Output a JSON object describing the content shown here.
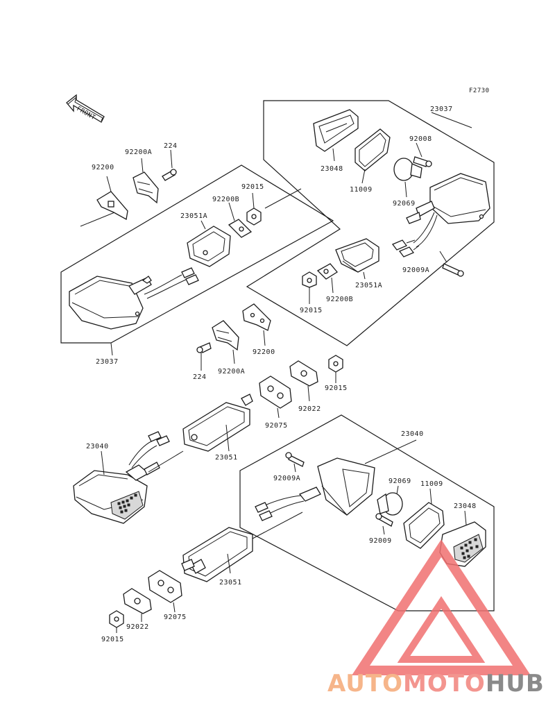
{
  "figure": {
    "code": "F2730",
    "direction_label": "FRONT"
  },
  "callouts": {
    "top_right_assembly": "23037",
    "top_right_lens": "23048",
    "top_right_gasket": "11009",
    "top_right_screw": "92008",
    "top_right_bulb": "92069",
    "top_right_bolt": "92009A",
    "top_right_bracket": "23051A",
    "top_right_washer": "92200B",
    "top_right_nut": "92015",
    "top_left_plate": "92200",
    "top_left_plate_a": "92200A",
    "top_left_screw": "224",
    "top_left_nut": "92015",
    "top_left_washer": "92200B",
    "top_left_bracket": "23051A",
    "top_left_assembly": "23037",
    "mid_plate": "92200",
    "mid_screw": "224",
    "mid_plate_a": "92200A",
    "mid_nut": "92015",
    "mid_spacer": "92022",
    "mid_rubber": "92075",
    "left_lower_assembly": "23040",
    "left_lower_stay": "23051",
    "bottom_right_assembly": "23040",
    "bottom_bolt": "92009A",
    "bottom_bulb": "92069",
    "bottom_gasket": "11009",
    "bottom_lens": "23048",
    "bottom_screw": "92009",
    "bottom_stay": "23051",
    "bottom_rubber": "92075",
    "bottom_spacer": "92022",
    "bottom_nut": "92015"
  },
  "watermark": {
    "part_auto": "AUTO",
    "part_moto": "MOTO",
    "part_hub": "HUB",
    "colors": {
      "auto": "#f6b58a",
      "moto": "#f3958f",
      "hub": "#8a8a8a",
      "triangle": "#f07070"
    }
  }
}
